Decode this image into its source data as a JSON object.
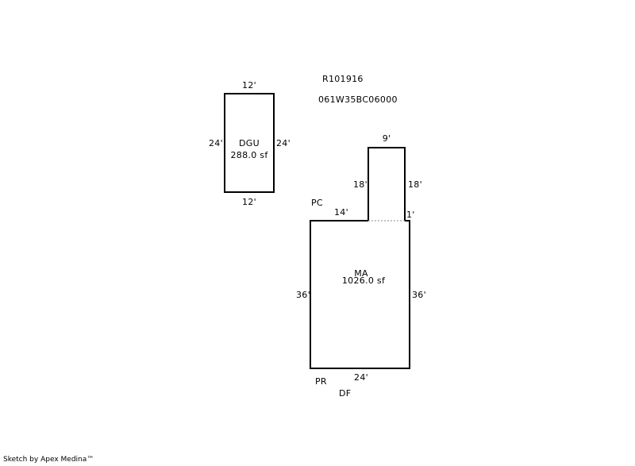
{
  "parcel": {
    "account": "R101916",
    "map_number": "061W35BC06000"
  },
  "buildings": {
    "dgu": {
      "name": "DGU",
      "area": "288.0 sf",
      "dim_top": "12'",
      "dim_bottom": "12'",
      "dim_left": "24'",
      "dim_right": "24'"
    },
    "ma": {
      "name": "MA",
      "area": "1026.0 sf",
      "dim_left": "36'",
      "dim_right": "36'",
      "dim_bottom": "24'",
      "dim_top_left": "14'",
      "dim_top_right": "1'",
      "ext_top": "9'",
      "ext_left": "18'",
      "ext_right": "18'"
    }
  },
  "markers": {
    "pc": "PC",
    "pr": "PR",
    "df": "DF"
  },
  "footer": {
    "credit": "Sketch by Apex Medina™"
  },
  "colors": {
    "line": "#000000",
    "dashed": "#888888",
    "background": "#ffffff"
  }
}
